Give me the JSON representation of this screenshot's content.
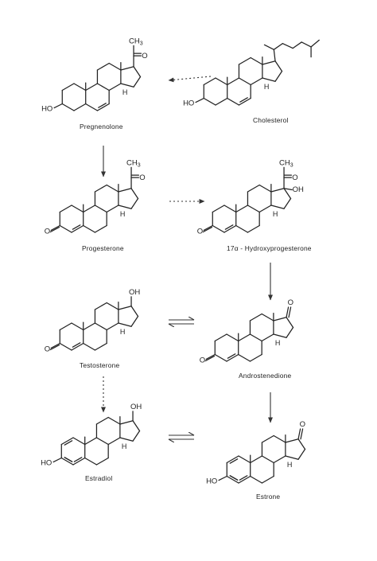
{
  "molecules": [
    {
      "name": "Cholesterol"
    },
    {
      "name": "Pregnenolone"
    },
    {
      "name": "Progesterone"
    },
    {
      "name": "17α - Hydroxyprogesterone"
    },
    {
      "name": "Testosterone"
    },
    {
      "name": "Androstenedione"
    },
    {
      "name": "Estradiol"
    },
    {
      "name": "Estrone"
    }
  ],
  "atoms": {
    "hydroxyl": "HO",
    "oh": "OH",
    "oxygen": "O",
    "methyl": "CH3",
    "hydrogen": "H"
  },
  "arrows": [
    {
      "from": "Cholesterol",
      "to": "Pregnenolone",
      "style": "dashed"
    },
    {
      "from": "Pregnenolone",
      "to": "Progesterone",
      "style": "solid"
    },
    {
      "from": "Progesterone",
      "to": "17α - Hydroxyprogesterone",
      "style": "dashed"
    },
    {
      "from": "17α - Hydroxyprogesterone",
      "to": "Androstenedione",
      "style": "solid"
    },
    {
      "from": "Testosterone",
      "to": "Androstenedione",
      "style": "reversible"
    },
    {
      "from": "Testosterone",
      "to": "Estradiol",
      "style": "dashed"
    },
    {
      "from": "Androstenedione",
      "to": "Estrone",
      "style": "solid"
    },
    {
      "from": "Estradiol",
      "to": "Estrone",
      "style": "reversible"
    }
  ]
}
